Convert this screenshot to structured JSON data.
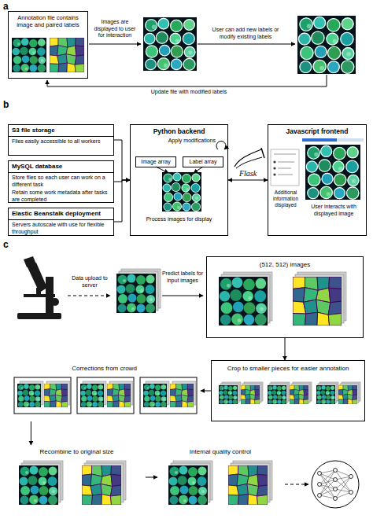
{
  "diagram": {
    "nodes": [
      {
        "text": [
          "Annotation file contains image and paired labels"
        ]
      },
      {
        "text": [
          "S3 file storage",
          "Files easily accessible to all workers"
        ]
      },
      {
        "text": [
          "MySQL database",
          "Store files so each user can work on a different task",
          "Retain some work metadata after tasks are completed"
        ]
      },
      {
        "text": [
          "Elastic Beanstalk deployment",
          "Servers autoscale with use for flexible throughput"
        ]
      },
      {
        "text": [
          "Python backend",
          "Apply modifications",
          "Process images for display"
        ]
      },
      {
        "text": [
          "Image array"
        ],
        "in": 4
      },
      {
        "text": [
          "Label array"
        ],
        "in": 4
      },
      {
        "text": [
          "Javascript frontend",
          "Additional information displayed",
          "User interacts with displayed image"
        ]
      },
      {
        "text": [
          "(512, 512) images"
        ]
      },
      {
        "text": [
          "Crop to smaller pieces for easier annotation"
        ]
      },
      {
        "text": [
          "Corrections from crowd"
        ]
      },
      {
        "text": [
          "Recombine to original size"
        ]
      },
      {
        "text": [
          "Internal quality control"
        ]
      }
    ],
    "edges": [
      {
        "from": 1,
        "to": 4,
        "arrow": "to"
      },
      {
        "from": 2,
        "to": 4,
        "arrow": "to"
      },
      {
        "from": 3,
        "to": 4,
        "arrow": "to"
      },
      {
        "from": 4,
        "to": 7,
        "label": "Flask",
        "arrow": "both"
      },
      {
        "from": 8,
        "to": 9,
        "arrow": "to"
      },
      {
        "from": 9,
        "to": 10,
        "arrow": "to"
      },
      {
        "from": 10,
        "to": 11,
        "arrow": "to"
      },
      {
        "from": 11,
        "to": 12,
        "arrow": "to"
      }
    ],
    "labels": [
      "a",
      "Images are displayed to user for interaction",
      "User can add new labels or modify existing labels",
      "Update file with modified labels",
      "b",
      "c",
      "Data upload to server",
      "Predict labels for input images"
    ]
  }
}
